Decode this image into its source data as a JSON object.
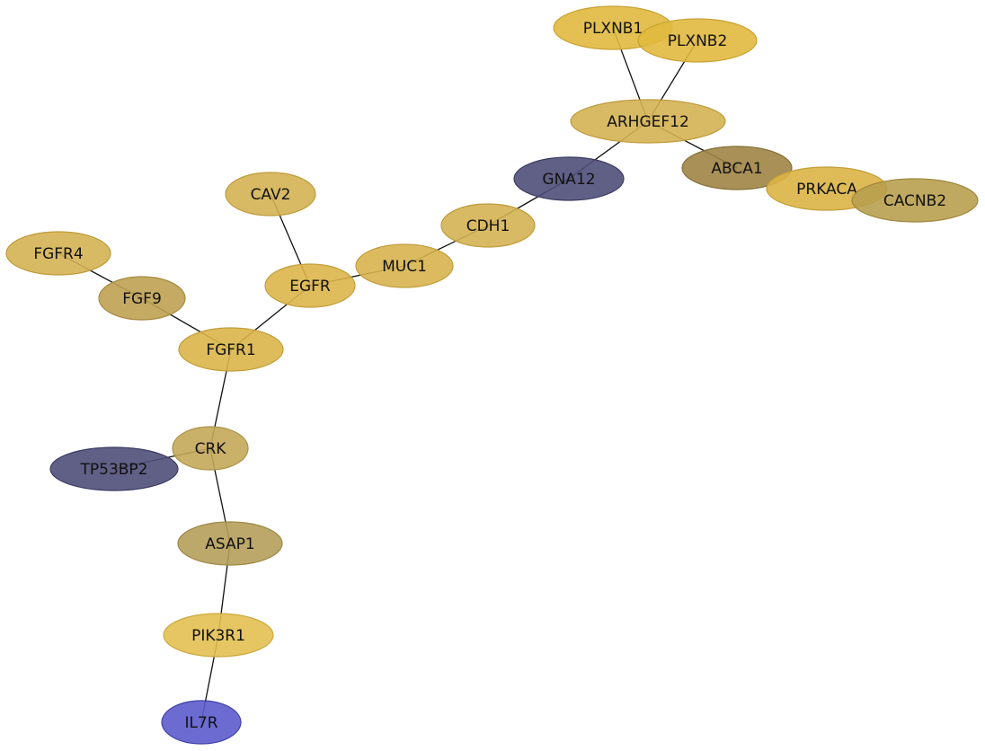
{
  "network": {
    "colors": {
      "gold": "#d4ac3b",
      "gold_light": "#e0b93e",
      "olive": "#b59b4f",
      "olive_dark": "#9e8445",
      "navy": "#4d4d78",
      "blue": "#5555cc",
      "edge": "#111111"
    },
    "nodes": [
      {
        "id": "PLXNB1",
        "label": "PLXNB1",
        "color": "#e0b93e",
        "border": "#c9a233"
      },
      {
        "id": "PLXNB2",
        "label": "PLXNB2",
        "color": "#e0b93e",
        "border": "#c9a233"
      },
      {
        "id": "ARHGEF12",
        "label": "ARHGEF12",
        "color": "#d4b253",
        "border": "#bf9b3c"
      },
      {
        "id": "ABCA1",
        "label": "ABCA1",
        "color": "#9e8445",
        "border": "#86703a"
      },
      {
        "id": "PRKACA",
        "label": "PRKACA",
        "color": "#dcb445",
        "border": "#c29e36"
      },
      {
        "id": "CACNB2",
        "label": "CACNB2",
        "color": "#b89e4e",
        "border": "#a0883f"
      },
      {
        "id": "GNA12",
        "label": "GNA12",
        "color": "#4f4f7a",
        "border": "#3c3c63"
      },
      {
        "id": "CDH1",
        "label": "CDH1",
        "color": "#d4b253",
        "border": "#bf9b3c"
      },
      {
        "id": "MUC1",
        "label": "MUC1",
        "color": "#d8b24f",
        "border": "#c29e3c"
      },
      {
        "id": "CAV2",
        "label": "CAV2",
        "color": "#d4b253",
        "border": "#bf9b3c"
      },
      {
        "id": "EGFR",
        "label": "EGFR",
        "color": "#dcb54a",
        "border": "#c49f3a"
      },
      {
        "id": "FGFR4",
        "label": "FGFR4",
        "color": "#d4b253",
        "border": "#bf9b3c"
      },
      {
        "id": "FGF9",
        "label": "FGF9",
        "color": "#bfa152",
        "border": "#a78b42"
      },
      {
        "id": "FGFR1",
        "label": "FGFR1",
        "color": "#dab549",
        "border": "#c29f3a"
      },
      {
        "id": "CRK",
        "label": "CRK",
        "color": "#c4a95a",
        "border": "#ad9348"
      },
      {
        "id": "TP53BP2",
        "label": "TP53BP2",
        "color": "#4f4f7a",
        "border": "#3c3c63"
      },
      {
        "id": "ASAP1",
        "label": "ASAP1",
        "color": "#b59e5a",
        "border": "#9e8848"
      },
      {
        "id": "PIK3R1",
        "label": "PIK3R1",
        "color": "#e3c052",
        "border": "#cca83e"
      },
      {
        "id": "IL7R",
        "label": "IL7R",
        "color": "#5b5bcc",
        "border": "#4040a8"
      }
    ],
    "edges": [
      [
        "PLXNB1",
        "ARHGEF12"
      ],
      [
        "PLXNB2",
        "ARHGEF12"
      ],
      [
        "ARHGEF12",
        "ABCA1"
      ],
      [
        "ARHGEF12",
        "GNA12"
      ],
      [
        "GNA12",
        "CDH1"
      ],
      [
        "CDH1",
        "MUC1"
      ],
      [
        "MUC1",
        "EGFR"
      ],
      [
        "CAV2",
        "EGFR"
      ],
      [
        "EGFR",
        "FGFR1"
      ],
      [
        "FGFR4",
        "FGF9"
      ],
      [
        "FGF9",
        "FGFR1"
      ],
      [
        "FGFR1",
        "CRK"
      ],
      [
        "CRK",
        "TP53BP2"
      ],
      [
        "CRK",
        "ASAP1"
      ],
      [
        "ASAP1",
        "PIK3R1"
      ],
      [
        "PIK3R1",
        "IL7R"
      ]
    ]
  }
}
